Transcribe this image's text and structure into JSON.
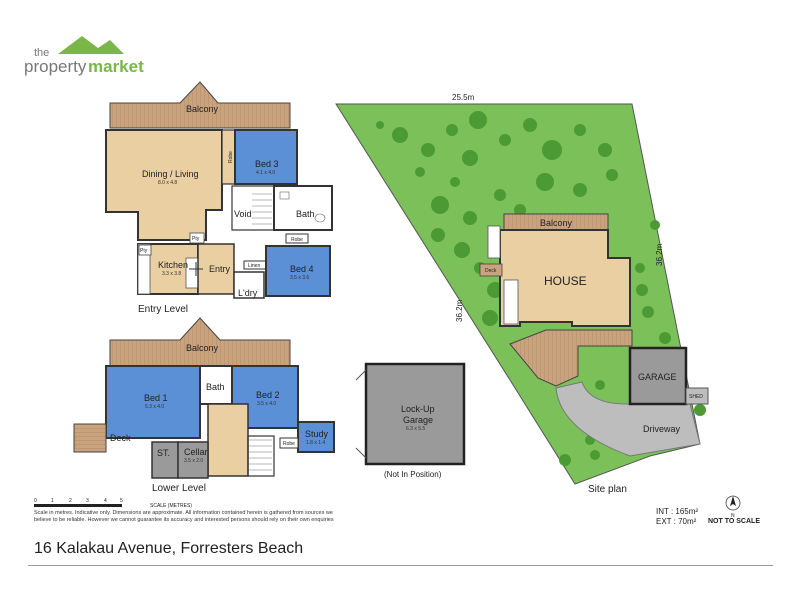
{
  "brand": {
    "line1": "the",
    "line2a": "property",
    "line2b": "market",
    "green": "#7ab648",
    "grey": "#777777"
  },
  "entry_level": {
    "caption": "Entry Level",
    "balcony": "Balcony",
    "dining": {
      "name": "Dining / Living",
      "dims": "8.0 x 4.8"
    },
    "bed3": {
      "name": "Bed 3",
      "dims": "4.1 x 4.0"
    },
    "robe_v": "Robe",
    "void": "Void",
    "bath": "Bath",
    "robe_h": "Robe",
    "kitchen": {
      "name": "Kitchen",
      "dims": "3.3 x 3.8"
    },
    "pty1": "Pty",
    "pty2": "Pty",
    "entry": "Entry",
    "linen": "Linen",
    "ldry": "L'dry",
    "bed4": {
      "name": "Bed 4",
      "dims": "3.5 x 3.6"
    }
  },
  "lower_level": {
    "caption": "Lower Level",
    "balcony": "Balcony",
    "bed1": {
      "name": "Bed 1",
      "dims": "5.3 x 4.0"
    },
    "bath": "Bath",
    "bed2": {
      "name": "Bed 2",
      "dims": "3.5 x 4.0"
    },
    "study": {
      "name": "Study",
      "dims": "1.8 x 1.4"
    },
    "robe": "Robe",
    "deck": "Deck",
    "st": "ST.",
    "cellar": {
      "name": "Cellar",
      "dims": "3.5 x 2.0"
    }
  },
  "garage": {
    "name_line1": "Lock-Up",
    "name_line2": "Garage",
    "dims": "6.3 x 5.5",
    "note": "(Not In Position)"
  },
  "site_plan": {
    "caption": "Site plan",
    "top_dim": "25.5m",
    "right_dim": "36.2m",
    "left_dim": "36.2m",
    "balcony": "Balcony",
    "deck": "Deck",
    "house": "HOUSE",
    "garage": "GARAGE",
    "shed": "SHED",
    "driveway": "Driveway"
  },
  "scale": {
    "ticks": [
      "0",
      "1",
      "2",
      "3",
      "4",
      "5"
    ],
    "label": "SCALE (METRES)"
  },
  "disclaimer": "Scale in metres. Indicative only. Dimensions are approximate. All information contained herein is gathered from sources we believe to be reliable. However we cannot guarantee its accuracy and interested persons should rely on their own enquiries",
  "areas": {
    "int": "INT : 165m²",
    "ext": "EXT : 70m²"
  },
  "compass": "N",
  "not_to_scale": "NOT TO SCALE",
  "address": "16 Kalakau Avenue, Forresters Beach",
  "colors": {
    "room_blue": "#5b8fd6",
    "room_tan": "#e9cfa2",
    "balcony": "#c9a27e",
    "room_grey": "#9a9a9a",
    "site_green": "#7cc05a"
  }
}
